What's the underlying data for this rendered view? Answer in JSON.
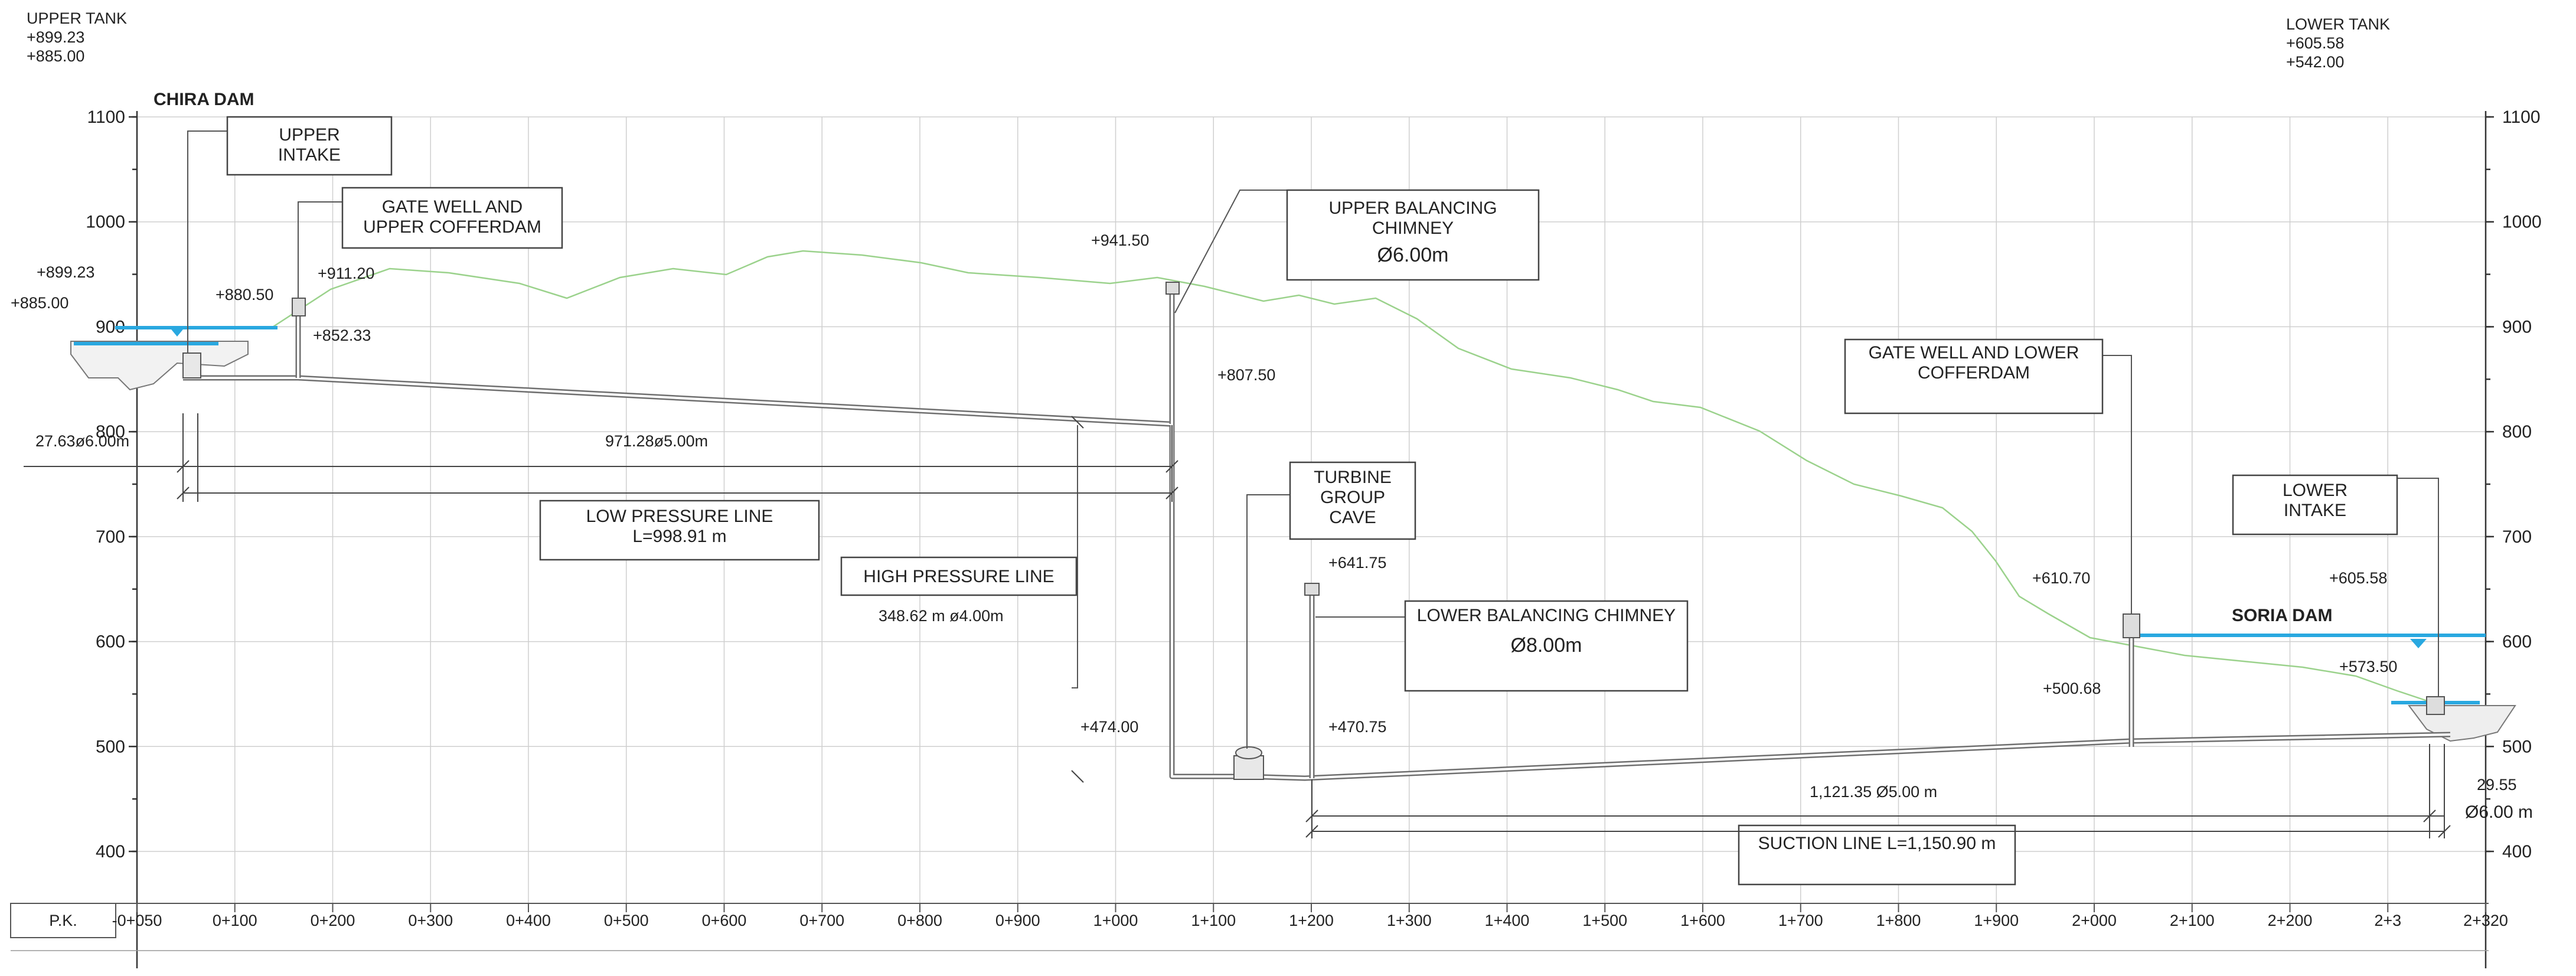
{
  "tanks": {
    "upper": {
      "title": "UPPER TANK",
      "level1": "+899.23",
      "level2": "+885.00"
    },
    "lower": {
      "title": "LOWER TANK",
      "level1": "+605.58",
      "level2": "+542.00"
    }
  },
  "dams": {
    "chira": "CHIRA DAM",
    "soria": "SORIA DAM"
  },
  "callouts": {
    "upper_intake": [
      "UPPER",
      "INTAKE"
    ],
    "gate_well_upper": [
      "GATE WELL AND",
      "UPPER COFFERDAM"
    ],
    "upper_chimney": [
      "UPPER BALANCING",
      "CHIMNEY",
      "Ø6.00m"
    ],
    "gate_well_lower": [
      "GATE WELL AND LOWER",
      "COFFERDAM"
    ],
    "lower_intake": [
      "LOWER",
      "INTAKE"
    ],
    "turbine_cave": [
      "TURBINE",
      "GROUP",
      "CAVE"
    ],
    "lower_chimney": [
      "LOWER BALANCING  CHIMNEY",
      "Ø8.00m"
    ],
    "low_pressure": [
      "LOW PRESSURE LINE",
      "L=998.91  m"
    ],
    "high_pressure": [
      "HIGH  PRESSURE LINE"
    ],
    "suction": [
      "SUCTION  LINE  L=1,150.90  m"
    ]
  },
  "elevations": {
    "e899": "+899.23",
    "e885": "+885.00",
    "e880": "+880.50",
    "e911": "+911.20",
    "e852": "+852.33",
    "e941": "+941.50",
    "e807": "+807.50",
    "e641": "+641.75",
    "e474": "+474.00",
    "e470": "+470.75",
    "e610": "+610.70",
    "e500": "+500.68",
    "e605": "+605.58",
    "e573": "+573.50"
  },
  "dimensions": {
    "d1": "27.63ø6.00m",
    "d2": "971.28ø5.00m",
    "d3": "348.62 m ø4.00m",
    "d4": "1,121.35  Ø5.00 m",
    "d5": "29.55",
    "d6": "Ø6.00 m"
  },
  "yaxis": {
    "ticks": [
      400,
      500,
      600,
      700,
      800,
      900,
      1000,
      1100
    ]
  },
  "chainage": {
    "label": "P.K.",
    "ticks": [
      "-0+050",
      "0+100",
      "0+200",
      "0+300",
      "0+400",
      "0+500",
      "0+600",
      "0+700",
      "0+800",
      "0+900",
      "1+000",
      "1+100",
      "1+200",
      "1+300",
      "1+400",
      "1+500",
      "1+600",
      "1+700",
      "1+800",
      "1+900",
      "2+000",
      "2+100",
      "2+200",
      "2+3",
      "2+320"
    ]
  },
  "colors": {
    "water": "#29a8e0",
    "terrain": "#9bd28c",
    "pipe": "#6f6f6f"
  }
}
